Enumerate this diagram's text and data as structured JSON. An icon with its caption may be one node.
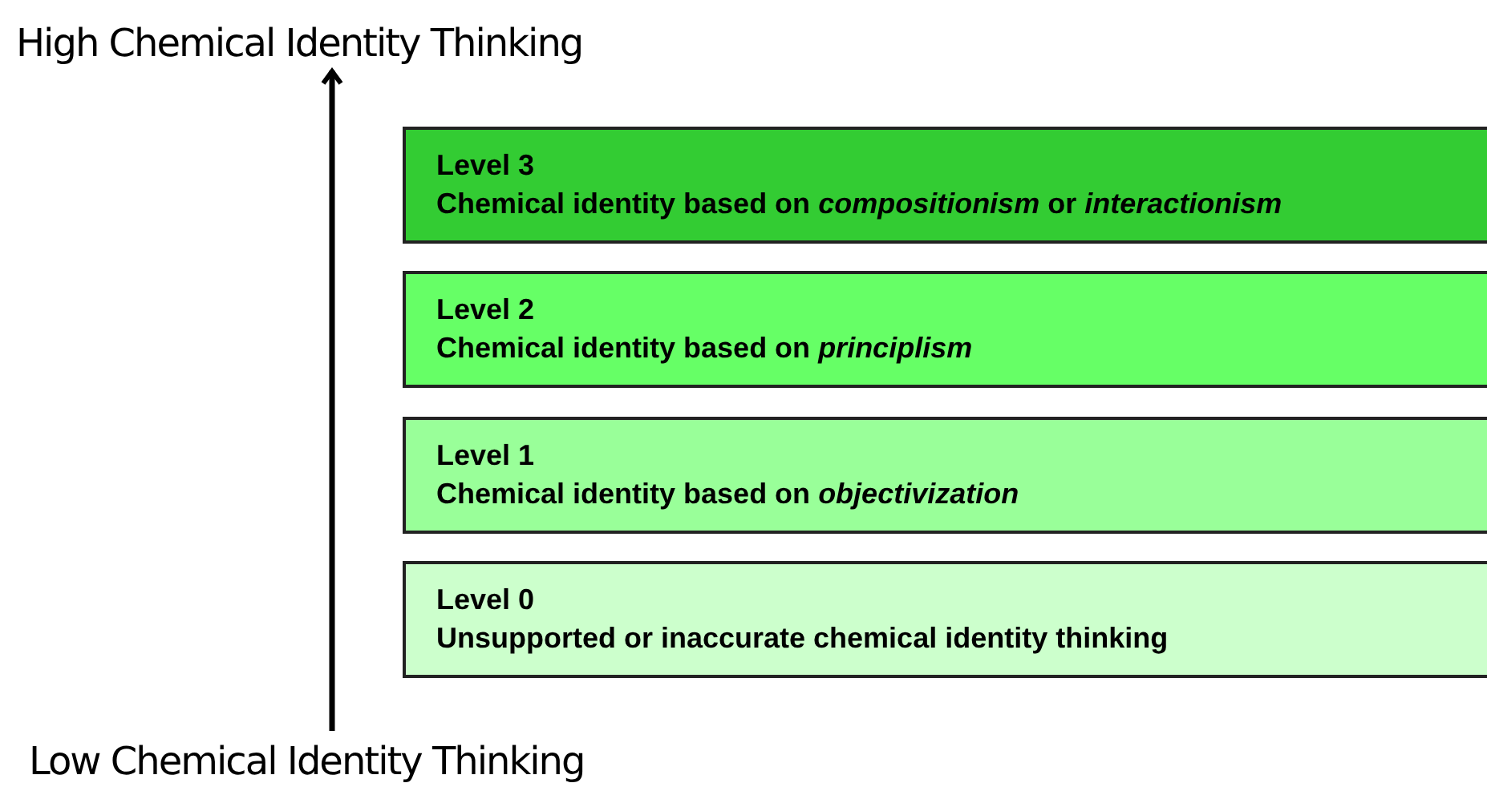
{
  "diagram": {
    "nodes": [
      {
        "text": [
          "High Chemical Identity Thinking"
        ]
      },
      {
        "text": [
          "Level 3",
          "Chemical identity based on *compositionism* or *interactionism*"
        ]
      },
      {
        "text": [
          "Level 2",
          "Chemical identity based on *principlism*"
        ]
      },
      {
        "text": [
          "Level 1",
          "Chemical identity based on *objectivization*"
        ]
      },
      {
        "text": [
          "Level 0",
          "Unsupported or inaccurate chemical identity thinking"
        ]
      },
      {
        "text": [
          "Low Chemical Identity Thinking"
        ]
      }
    ],
    "edges": [
      {
        "from": 5,
        "to": 0,
        "arrow": "to"
      }
    ]
  }
}
